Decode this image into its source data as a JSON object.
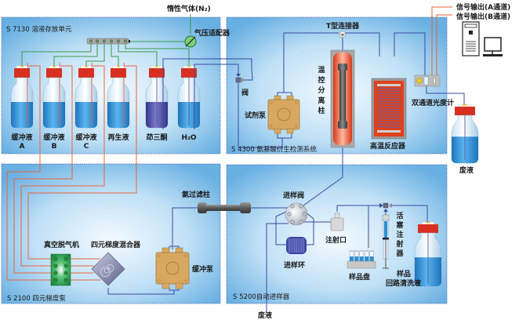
{
  "title": "氨基酸分析系统流程示意图",
  "colors": {
    "panel_edge": "#6aaee0",
    "panel_center": "#eaf5fc",
    "tube_blue": "#3a4aa0",
    "tube_red": "#e8643c",
    "tube_green": "#3a9a4a",
    "bottle_cap": "#d83020",
    "liquid_blue": "#2e8fd0",
    "liquid_purple": "#4a4aa0",
    "pump_body": "#d8a860",
    "degasser_green": "#2aa050"
  },
  "top_labels": {
    "inert_gas": "惰性气体(N₂)",
    "pressure_adapter": "气压适配器",
    "t_connector": "T型连接器",
    "signal_a": "信号输出(A通道)",
    "signal_b": "信号输出(B通道)"
  },
  "panels": {
    "solution_storage": {
      "title": "S 7130 溶液存放单元",
      "bottles": [
        {
          "line1": "缓冲液",
          "line2": "A"
        },
        {
          "line1": "缓冲液",
          "line2": "B"
        },
        {
          "line1": "缓冲液",
          "line2": "C"
        },
        {
          "line1": "再生液",
          "line2": ""
        },
        {
          "line1": "茚三酮",
          "line2": ""
        },
        {
          "line1": "H₂O",
          "line2": ""
        }
      ]
    },
    "detection_system": {
      "title": "S 4300 氨基酸衍生检测系统",
      "valve": "阀",
      "reagent_pump": "试剂泵",
      "column": "温控分离柱",
      "reactor": "高温反应器",
      "photometer": "双通道光度计"
    },
    "gradient_pump": {
      "title": "S 2100 四元梯度泵",
      "degasser": "真空脱气机",
      "mixer": "四元梯度混合器",
      "buffer_pump": "缓冲泵",
      "ammonia_filter": "氨过滤柱"
    },
    "autosampler": {
      "title": "S 5200自动进样器",
      "injection_valve": "进样阀",
      "sample_loop": "进样环",
      "injection_port": "注射口",
      "sample_tray": "样品盘",
      "syringe": "活塞注射器",
      "wash_line1": "样品",
      "wash_line2": "回路清洗液"
    }
  },
  "outside_labels": {
    "waste_right": "废液",
    "waste_bottom": "废液"
  }
}
